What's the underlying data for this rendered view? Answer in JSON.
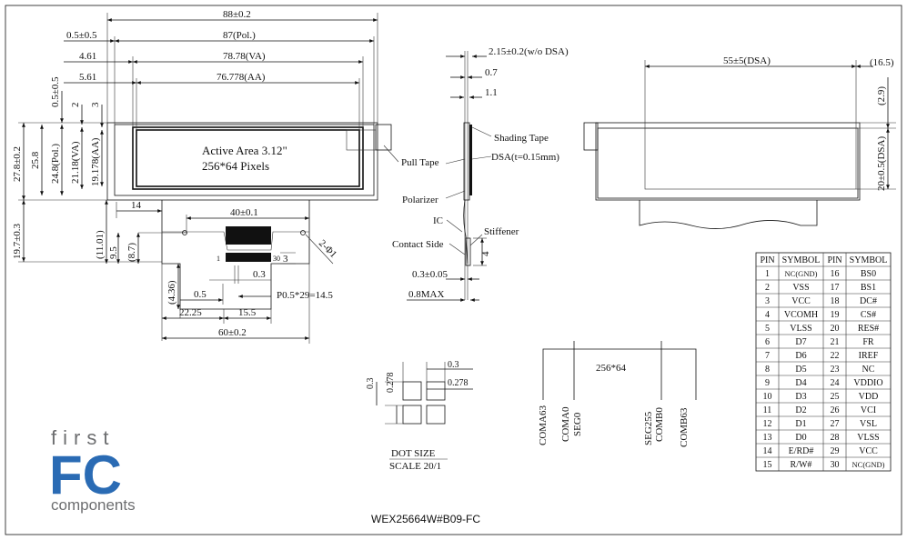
{
  "colors": {
    "brand_blue": "#2a6bb4",
    "brand_grey": "#6d6e70",
    "ink": "#111111"
  },
  "front_view": {
    "dims_top": [
      "88±0.2",
      "0.5±0.5",
      "87(Pol.)",
      "4.61",
      "78.78(VA)",
      "5.61",
      "76.778(AA)"
    ],
    "dims_left": [
      "0.5±0.5",
      "2",
      "3",
      "27.8±0.2",
      "25.8",
      "24.8(Pol.)",
      "21.18(VA)",
      "19.178(AA)",
      "19.7±0.3"
    ],
    "active_area_line1": "Active Area 3.12\"",
    "active_area_line2": "256*64 Pixels",
    "fpc_dims": [
      "14",
      "40±0.1",
      "(11.01)",
      "9.5",
      "(8.7)",
      "2-Φ1",
      "1",
      "30",
      "3",
      "0.3",
      "(4.36)",
      "0.5",
      "P0.5*29=14.5",
      "22.25",
      "15.5",
      "60±0.2"
    ]
  },
  "side_view": {
    "dims": [
      "2.15±0.2(w/o DSA)",
      "0.7",
      "1.1",
      "4",
      "0.3±0.05",
      "0.8MAX"
    ],
    "labels": [
      "Shading Tape",
      "DSA(t=0.15mm)",
      "Pull Tape",
      "Polarizer",
      "IC",
      "Stiffener",
      "Contact Side"
    ]
  },
  "back_view": {
    "dims": [
      "55±5(DSA)",
      "(16.5)",
      "(2.9)",
      "20±0.5(DSA)"
    ]
  },
  "dot_size": {
    "dims": [
      "0.3",
      "0.278",
      "0.3",
      "0.278"
    ],
    "title": "DOT SIZE",
    "scale": "SCALE 20/1"
  },
  "scan": {
    "label": "256*64",
    "lines": [
      "COMA63",
      "COMA0",
      "SEG0",
      "SEG255",
      "COMB0",
      "COMB63"
    ]
  },
  "pin_table": {
    "headers": [
      "PIN",
      "SYMBOL",
      "PIN",
      "SYMBOL"
    ],
    "rows": [
      [
        "1",
        "NC(GND)",
        "16",
        "BS0"
      ],
      [
        "2",
        "VSS",
        "17",
        "BS1"
      ],
      [
        "3",
        "VCC",
        "18",
        "DC#"
      ],
      [
        "4",
        "VCOMH",
        "19",
        "CS#"
      ],
      [
        "5",
        "VLSS",
        "20",
        "RES#"
      ],
      [
        "6",
        "D7",
        "21",
        "FR"
      ],
      [
        "7",
        "D6",
        "22",
        "IREF"
      ],
      [
        "8",
        "D5",
        "23",
        "NC"
      ],
      [
        "9",
        "D4",
        "24",
        "VDDIO"
      ],
      [
        "10",
        "D3",
        "25",
        "VDD"
      ],
      [
        "11",
        "D2",
        "26",
        "VCI"
      ],
      [
        "12",
        "D1",
        "27",
        "VSL"
      ],
      [
        "13",
        "D0",
        "28",
        "VLSS"
      ],
      [
        "14",
        "E/RD#",
        "29",
        "VCC"
      ],
      [
        "15",
        "R/W#",
        "30",
        "NC(GND)"
      ]
    ]
  },
  "logo": {
    "top": "first",
    "middle": "FC",
    "bottom": "components"
  },
  "part_number": "WEX25664W#B09-FC"
}
